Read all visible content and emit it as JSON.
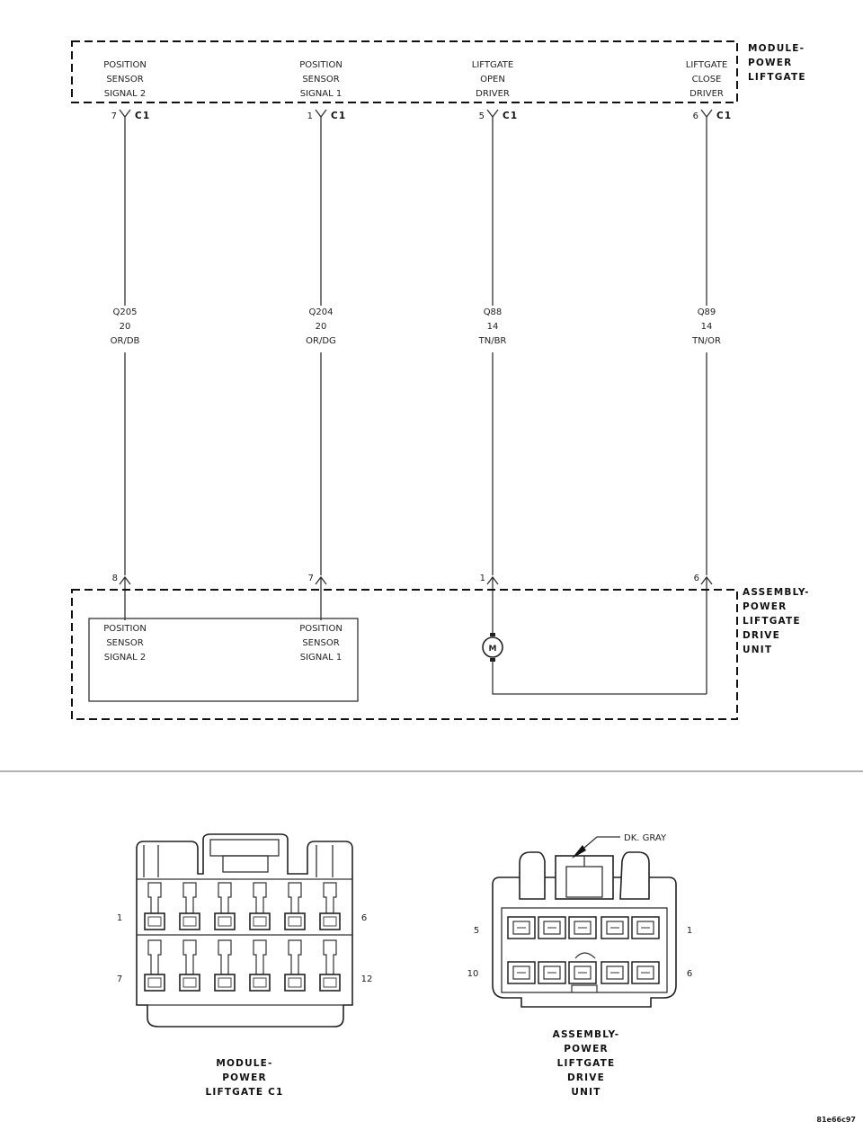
{
  "module": {
    "name": [
      "MODULE-",
      "POWER",
      "LIFTGATE"
    ],
    "connector": "C1",
    "pins": [
      {
        "label": [
          "POSITION",
          "SENSOR",
          "SIGNAL 2"
        ],
        "pin": "7"
      },
      {
        "label": [
          "POSITION",
          "SENSOR",
          "SIGNAL 1"
        ],
        "pin": "1"
      },
      {
        "label": [
          "LIFTGATE",
          "OPEN",
          "DRIVER"
        ],
        "pin": "5"
      },
      {
        "label": [
          "LIFTGATE",
          "CLOSE",
          "DRIVER"
        ],
        "pin": "6"
      }
    ]
  },
  "wires": [
    {
      "circuit": "Q205",
      "gauge": "20",
      "color": "OR/DB"
    },
    {
      "circuit": "Q204",
      "gauge": "20",
      "color": "OR/DG"
    },
    {
      "circuit": "Q88",
      "gauge": "14",
      "color": "TN/BR"
    },
    {
      "circuit": "Q89",
      "gauge": "14",
      "color": "TN/OR"
    }
  ],
  "drive_unit": {
    "name": [
      "ASSEMBLY-",
      "POWER",
      "LIFTGATE",
      "DRIVE",
      "UNIT"
    ],
    "pins": [
      "8",
      "7",
      "1",
      "6"
    ],
    "sensor_labels": [
      [
        "POSITION",
        "SENSOR",
        "SIGNAL 2"
      ],
      [
        "POSITION",
        "SENSOR",
        "SIGNAL 1"
      ]
    ],
    "motor_symbol": "M"
  },
  "connector_views": {
    "module_c1": {
      "title": [
        "MODULE-",
        "POWER",
        "LIFTGATE C1"
      ],
      "pin_labels": {
        "top_left": "1",
        "top_right": "6",
        "bottom_left": "7",
        "bottom_right": "12"
      }
    },
    "drive_unit": {
      "title": [
        "ASSEMBLY-",
        "POWER",
        "LIFTGATE",
        "DRIVE",
        "UNIT"
      ],
      "color_callout": "DK. GRAY",
      "pin_labels": {
        "top_left": "5",
        "top_right": "1",
        "bottom_left": "10",
        "bottom_right": "6"
      }
    }
  },
  "figure_id": "81e66c97"
}
